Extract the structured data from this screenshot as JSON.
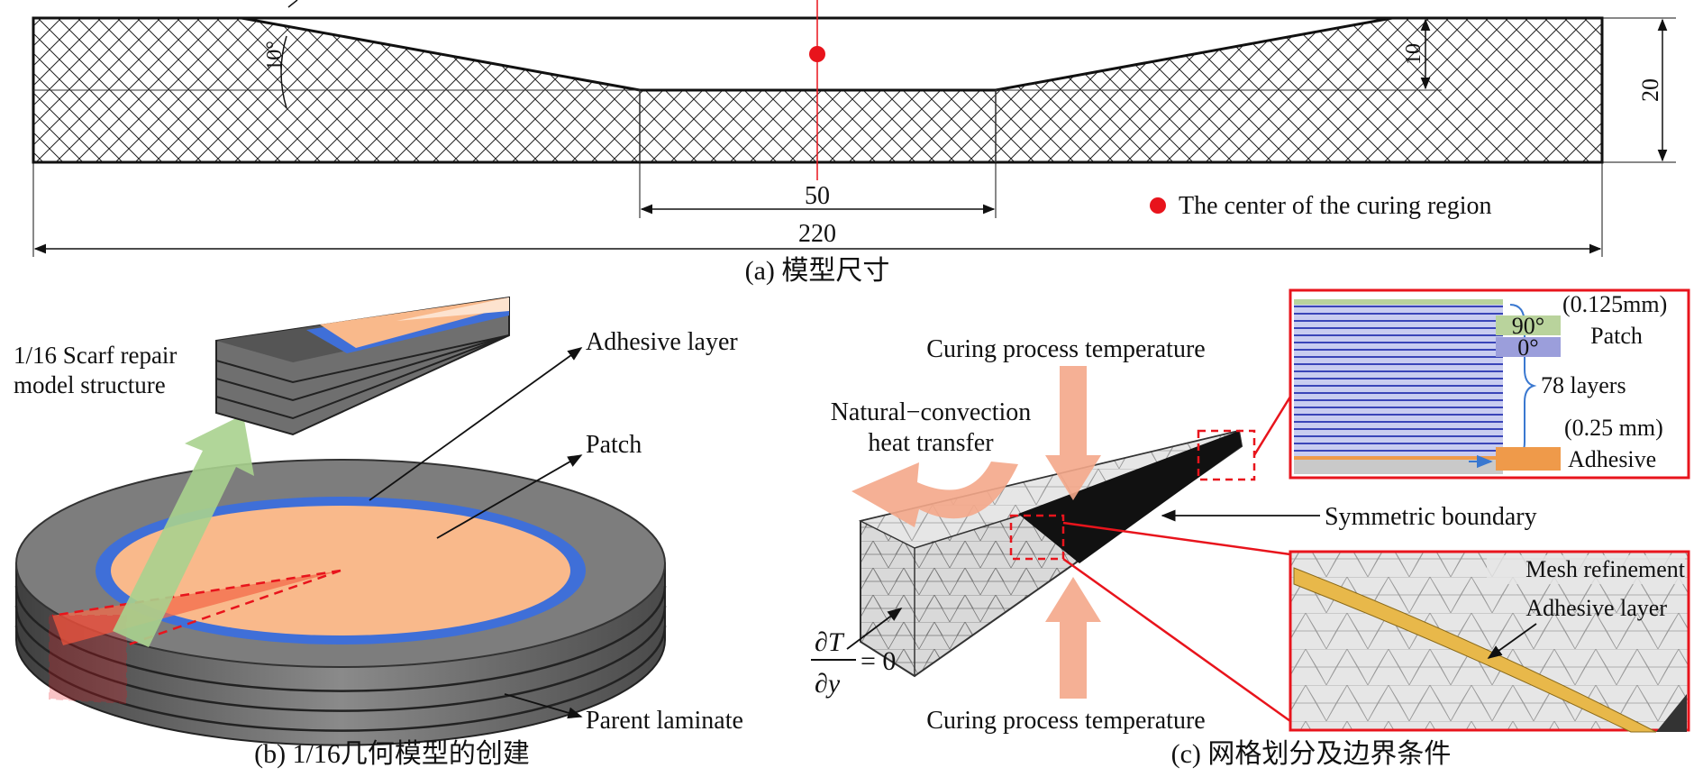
{
  "panel_a": {
    "angle_label": "10°",
    "depth_label": "10",
    "thickness_label": "20",
    "patch_width_label": "50",
    "total_length_label": "220",
    "legend_text": "The center of the curing region",
    "caption": "(a)  模型尺寸",
    "center_color": "#e8141c"
  },
  "panel_b": {
    "inset_title_line1": "1/16 Scarf repair",
    "inset_title_line2": "model structure",
    "adhesive_label": "Adhesive layer",
    "patch_label": "Patch",
    "parent_label": "Parent laminate",
    "caption": "(b)  1/16几何模型的创建",
    "patch_color": "#f9b98b",
    "adhesive_color": "#3f6fd8",
    "laminate_color": "#7a7a7a"
  },
  "panel_c": {
    "top_temp_label": "Curing process temperature",
    "bottom_temp_label": "Curing process temperature",
    "convection_line1": "Natural−convection",
    "convection_line2": "heat transfer",
    "bc_numerator": "∂T",
    "bc_denominator": "∂y",
    "bc_rhs": "= 0",
    "symmetric_label": "Symmetric boundary",
    "ply90_label": "90°",
    "ply0_label": "0°",
    "ply_thickness_label": "(0.125mm)",
    "patch_label": "Patch",
    "layers_label": "78 layers",
    "adhesive_thickness_label": "(0.25 mm)",
    "adhesive_label": "Adhesive",
    "mesh_refinement_label": "Mesh refinement",
    "mesh_adhesive_label": "Adhesive layer",
    "caption": "(c)  网格划分及边界条件",
    "highlight_color": "#e8141c"
  }
}
